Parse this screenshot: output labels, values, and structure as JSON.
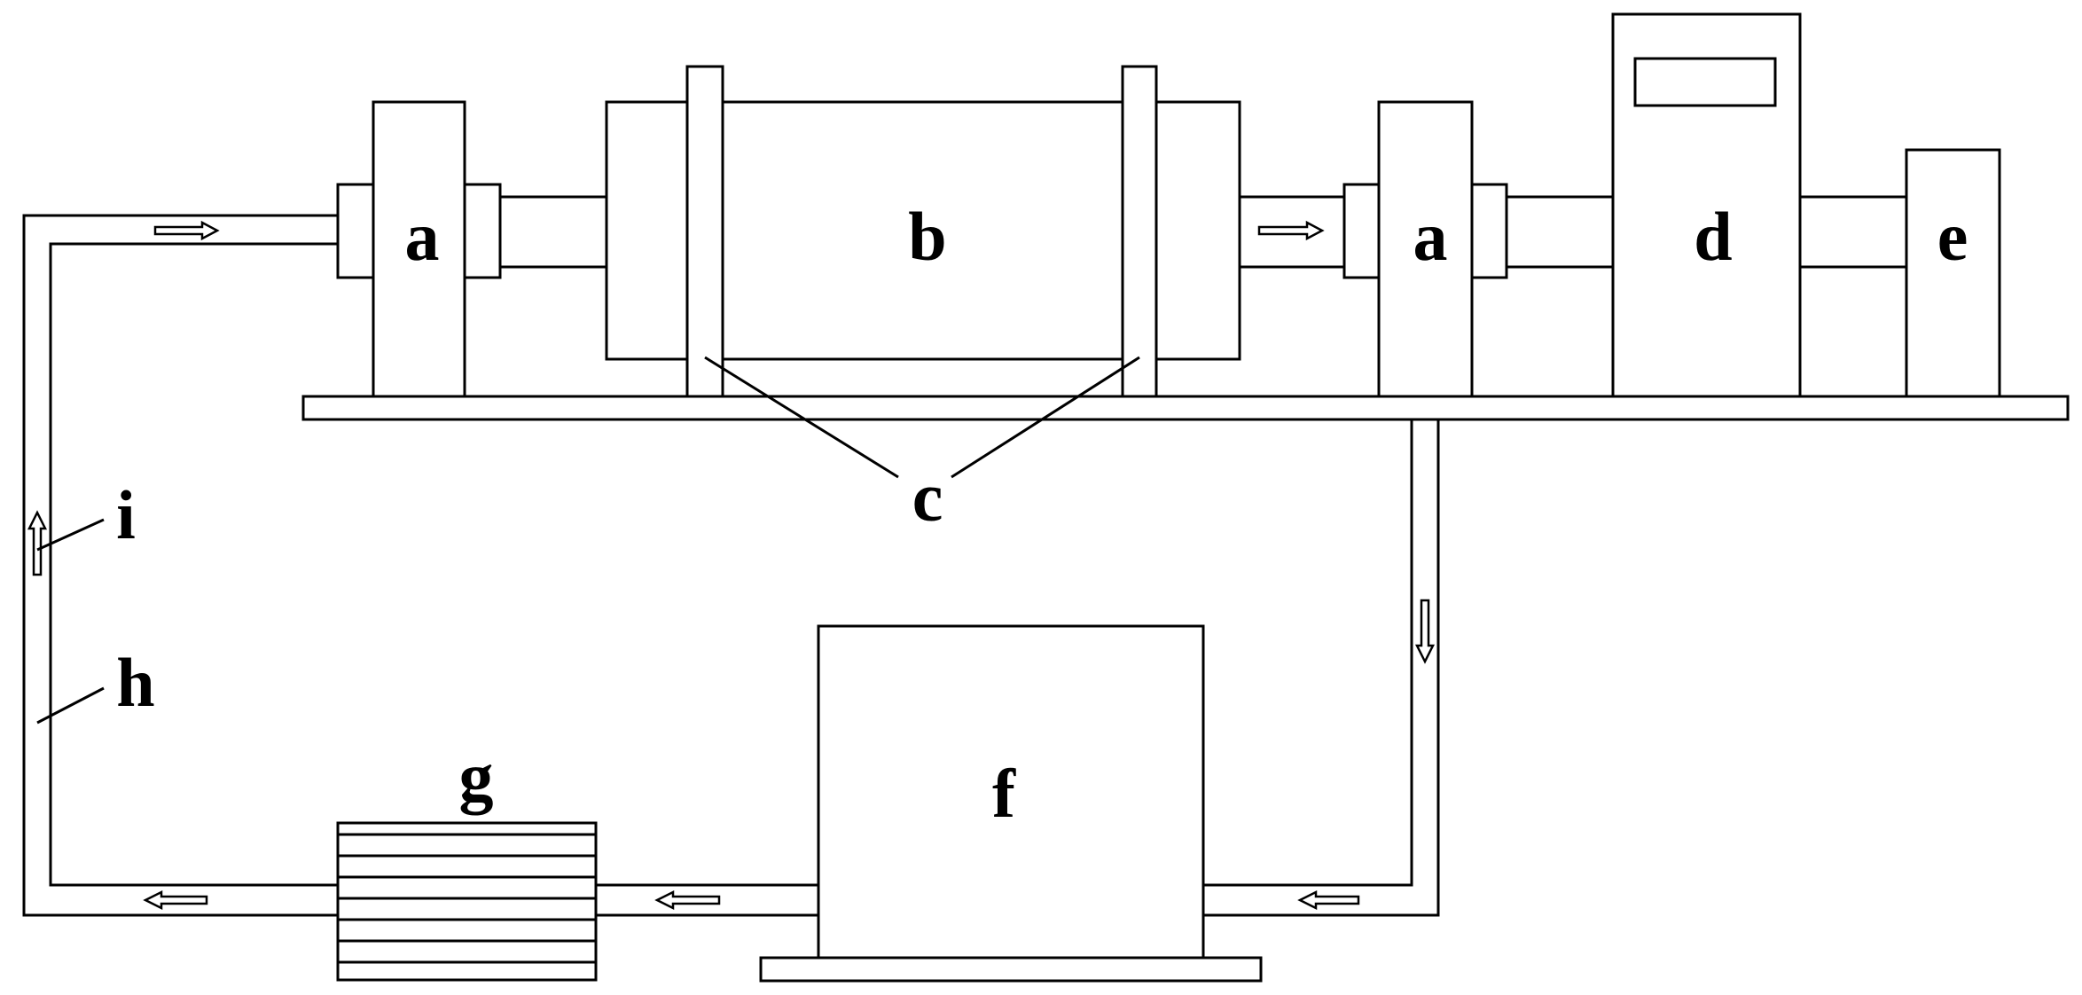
{
  "labels": {
    "coupling_left": "a",
    "cylinder": "b",
    "brackets": "c",
    "coupling_right": "a",
    "unit_d": "d",
    "unit_e": "e",
    "box_f": "f",
    "unit_g": "g",
    "pipe_h": "h",
    "arrow_i": "i"
  },
  "colors": {
    "line": "#000000",
    "fill": "#ffffff"
  }
}
